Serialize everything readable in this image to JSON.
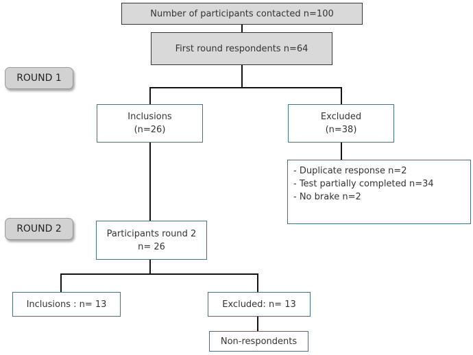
{
  "top": {
    "contacted": "Number of participants contacted n=100",
    "first_round": "First round respondents n=64"
  },
  "rounds": {
    "round1": "ROUND 1",
    "round2": "ROUND 2"
  },
  "round1": {
    "inclusions_label": "Inclusions",
    "inclusions_count": "(n=26)",
    "excluded_label": "Excluded",
    "excluded_count": "(n=38)",
    "exclusion_reasons": [
      "- Duplicate response n=2",
      "- Test partially completed n=34",
      "- No brake n=2"
    ]
  },
  "round2": {
    "participants_label": "Participants round 2",
    "participants_count": "n= 26",
    "inclusions": "Inclusions : n= 13",
    "excluded": "Excluded: n= 13",
    "non_respondents": "Non-respondents"
  }
}
